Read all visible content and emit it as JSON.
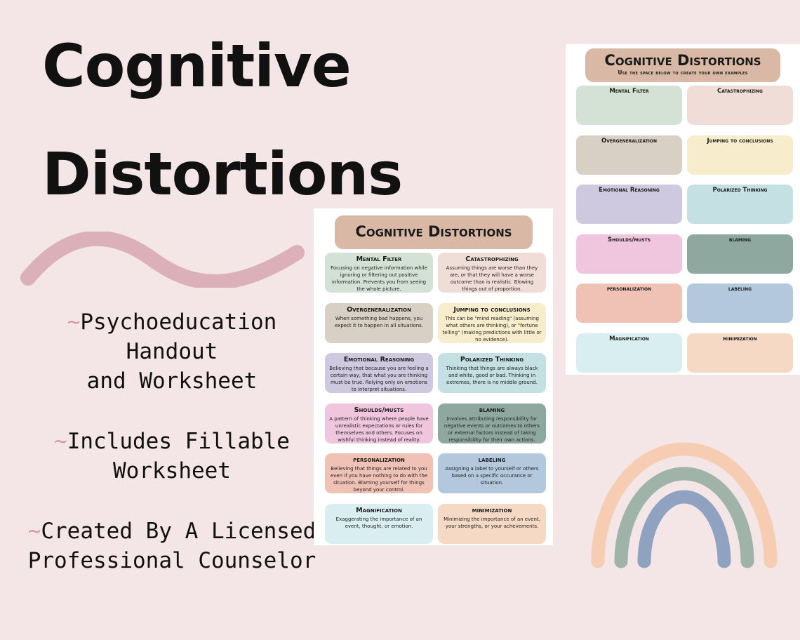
{
  "hero": {
    "title_line1": "Cognitive",
    "title_line2": "Distortions"
  },
  "bullets": [
    {
      "tilde": "~",
      "line1": "Psychoeducation Handout",
      "line2": "and Worksheet"
    },
    {
      "tilde": "~",
      "line1": "Includes Fillable",
      "line2": "Worksheet"
    },
    {
      "tilde": "~",
      "line1": "Created By A Licensed",
      "line2": "Professional Counselor"
    }
  ],
  "handout": {
    "title": "Cognitive Distortions",
    "cards": [
      {
        "title": "Mental Filter",
        "text": "Focusing on negative information while ignoring or filtering out positive information. Prevents you from seeing the whole picture.",
        "color": "#d4e2d6"
      },
      {
        "title": "Catastrophizing",
        "text": "Assuming things are worse than they are, or that they will have a worse outcome than is realistic. Blowing things out of proportion.",
        "color": "#f1ddd8"
      },
      {
        "title": "Overgeneralization",
        "text": "When something bad happens, you expect it to happen in all situations.",
        "color": "#d8d0c4"
      },
      {
        "title": "Jumping to conclusions",
        "text": "This can be \"mind reading\" (assuming what others are thinking), or \"fortune telling\" (making predictions with little or no evidence).",
        "color": "#f7edcc"
      },
      {
        "title": "Emotional Reasoning",
        "text": "Believing that because you are feeling a certain way, that what you are thinking must be true. Relying only on emotions to interpret situations.",
        "color": "#cfc9df"
      },
      {
        "title": "Polarized Thinking",
        "text": "Thinking that things are always black and white, good or bad. Thinking in extremes, there is no middle ground.",
        "color": "#c5e0e3"
      },
      {
        "title": "Shoulds/musts",
        "text": "A pattern of thinking where people have unrealistic expectations or rules for themselves and others. Focuses on wishful thinking instead of reality.",
        "color": "#efc6de"
      },
      {
        "title": "blaming",
        "text": "Involves attributing responsibility for negative events or outcomes to others or external factors instead of taking responsibility for their own actions.",
        "color": "#8fa89f"
      },
      {
        "title": "personalization",
        "text": "Believing that things are related to you even if you have nothing to do with the situation. Blaming yourself for things beyond your control.",
        "color": "#f0c2b6"
      },
      {
        "title": "labeling",
        "text": "Assigning a label to yourself or others based on a specific occurance or situation.",
        "color": "#b3c7dd"
      },
      {
        "title": "Magnification",
        "text": "Exaggerating the importance of an event, thought, or emotion.",
        "color": "#d8eef0"
      },
      {
        "title": "minimization",
        "text": "Minimizing the importance of an event, your strengths, or your achevements.",
        "color": "#f5d9c4"
      }
    ]
  },
  "worksheet": {
    "title": "Cognitive Distortions",
    "subtitle": "Use the space below to create your own examples",
    "cards": [
      {
        "title": "Mental Filter",
        "color": "#d4e2d6"
      },
      {
        "title": "Catastrophizing",
        "color": "#f1ddd8"
      },
      {
        "title": "Overgeneralization",
        "color": "#d8d0c4"
      },
      {
        "title": "Jumping to conclusions",
        "color": "#f7edcc"
      },
      {
        "title": "Emotional Reasoning",
        "color": "#cfc9df"
      },
      {
        "title": "Polarized Thinking",
        "color": "#c5e0e3"
      },
      {
        "title": "Shoulds/musts",
        "color": "#efc6de"
      },
      {
        "title": "blaming",
        "color": "#8fa89f"
      },
      {
        "title": "personalization",
        "color": "#f0c2b6"
      },
      {
        "title": "labeling",
        "color": "#b3c7dd"
      },
      {
        "title": "Magnification",
        "color": "#d8eef0"
      },
      {
        "title": "minimization",
        "color": "#f5d9c4"
      }
    ]
  },
  "colors": {
    "background": "#f4e6e6",
    "squiggle": "#dcb0b8",
    "tilde": "#d79aa8",
    "banner": "#d9b8a6",
    "rainbow_outer": "#f6cdb2",
    "rainbow_middle": "#9fb3aa",
    "rainbow_inner": "#8fa3c1"
  }
}
